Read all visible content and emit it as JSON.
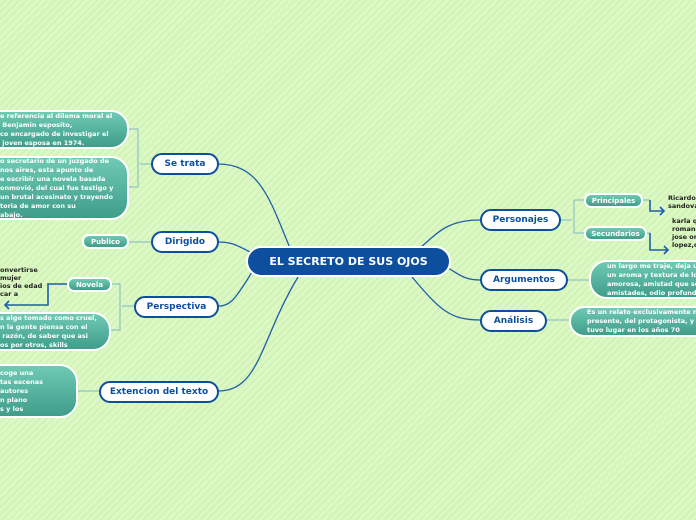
{
  "central": {
    "title": "EL SECRETO DE SUS OJOS"
  },
  "left": {
    "se_trata": {
      "label": "Se trata",
      "items": [
        "e referencia al dilema moral al\n Benjamin esposito,\nco encargado de investigar el\n joven esposa en 1974.",
        "o secretario de un juzgado de\nnos aires, esta apunto de\ne escribir una novela basada\nonmovió, del cual fue testigo y\nun brutal acesinato y trayendo\ntoria de amor con su\nabajo."
      ]
    },
    "dirigido": {
      "label": "Dirigido",
      "items": [
        "Publico"
      ]
    },
    "perspectiva": {
      "label": "Perspectiva",
      "novela": "Novela",
      "novela_text": "onvertirse\nmujer\nios de edad\ncar a",
      "text": "s algo tomado como cruel,\nn la gente piensa con el\n razón, de saber que asi\nos por otros, skills"
    },
    "extencion": {
      "label": "Extencion del texto",
      "text": "coge una\ntas escenas\nautores\nn plano\ns y los"
    }
  },
  "right": {
    "personajes": {
      "label": "Personajes",
      "principales": "Principales",
      "principales_text": "Ricardo\nsandova",
      "secundarios": "Secundarios",
      "secundarios_text": "karla q\nromano\njose or\nlopez,d"
    },
    "argumentos": {
      "label": "Argumentos",
      "text": "un largo me traje, deja u\nun aroma y textura de lo\namorosa, amistad que so\namistades, odio profundo"
    },
    "analisis": {
      "label": "Análisis",
      "text": "Es un relato exclusivamente n\npresente, del protagonista, y l\ntuvo lugar en los años 70"
    }
  },
  "colors": {
    "main": "#0d4f9e",
    "sub": "#4fb09b",
    "background": "#d8f6c0"
  }
}
